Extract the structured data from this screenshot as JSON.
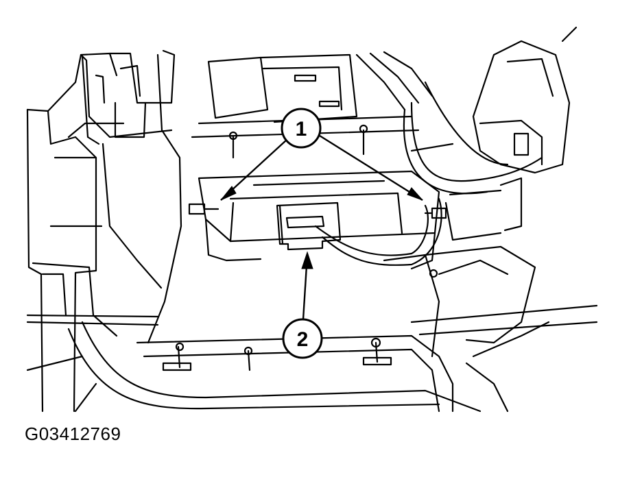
{
  "callouts": [
    {
      "id": "1",
      "label": "1"
    },
    {
      "id": "2",
      "label": "2"
    }
  ],
  "figure_id": "G03412769",
  "colors": {
    "line": "#000000",
    "background": "#ffffff"
  }
}
